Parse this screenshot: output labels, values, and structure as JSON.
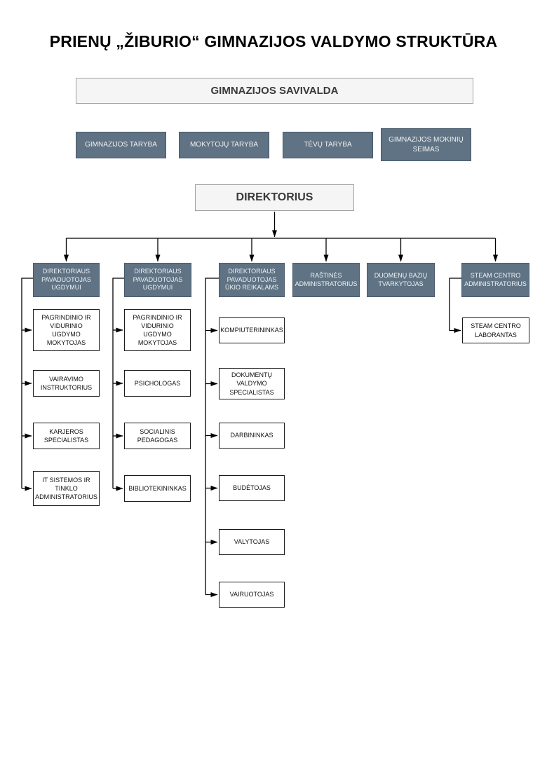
{
  "title": "PRIENŲ „ŽIBURIO“ GIMNAZIJOS VALDYMO STRUKTŪRA",
  "savivalda": {
    "label": "GIMNAZIJOS SAVIVALDA"
  },
  "councils": [
    {
      "label": "GIMNAZIJOS TARYBA"
    },
    {
      "label": "MOKYTOJŲ TARYBA"
    },
    {
      "label": "TĖVŲ TARYBA"
    },
    {
      "label": "GIMNAZIJOS MOKINIŲ SEIMAS"
    }
  ],
  "direktorius": {
    "label": "DIREKTORIUS"
  },
  "departments": [
    {
      "label": "DIREKTORIAUS PAVADUOTOJAS UGDYMUI",
      "children": [
        "PAGRINDINIO IR VIDURINIO UGDYMO MOKYTOJAS",
        "VAIRAVIMO INSTRUKTORIUS",
        "KARJEROS SPECIALISTAS",
        "IT SISTEMOS IR TINKLO ADMINISTRATORIUS"
      ]
    },
    {
      "label": "DIREKTORIAUS PAVADUOTOJAS UGDYMUI",
      "children": [
        "PAGRINDINIO IR VIDURINIO UGDYMO MOKYTOJAS",
        "PSICHOLOGAS",
        "SOCIALINIS PEDAGOGAS",
        "BIBLIOTEKININKAS"
      ]
    },
    {
      "label": "DIREKTORIAUS PAVADUOTOJAS ŪKIO REIKALAMS",
      "children": [
        "KOMPIUTERININKAS",
        "DOKUMENTŲ VALDYMO SPECIALISTAS",
        "DARBININKAS",
        "BUDĖTOJAS",
        "VALYTOJAS",
        "VAIRUOTOJAS"
      ]
    },
    {
      "label": "RAŠTINĖS ADMINISTRATORIUS",
      "children": []
    },
    {
      "label": "DUOMENŲ BAZIŲ TVARKYTOJAS",
      "children": []
    },
    {
      "label": "STEAM CENTRO ADMINISTRATORIUS",
      "children": [
        "STEAM CENTRO LABORANTAS"
      ]
    }
  ],
  "colors": {
    "dark_node_fill": "#5f7384",
    "dark_node_text": "#f2f2f2",
    "light_node_fill": "#f5f5f5",
    "light_node_border": "#a0a0a0",
    "white_node_border": "#1a1a1a",
    "connector": "#000000"
  }
}
